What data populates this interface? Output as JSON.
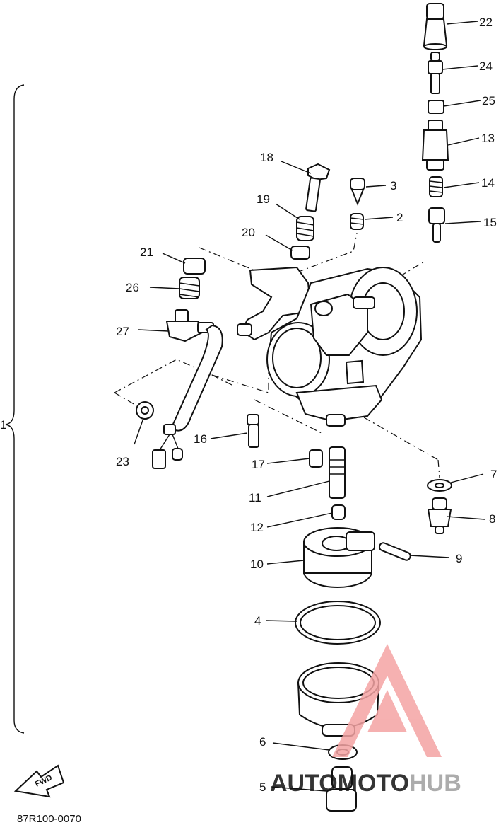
{
  "diagram": {
    "labels": [
      {
        "id": "22",
        "text": "22"
      },
      {
        "id": "24",
        "text": "24"
      },
      {
        "id": "25",
        "text": "25"
      },
      {
        "id": "13",
        "text": "13"
      },
      {
        "id": "18",
        "text": "18"
      },
      {
        "id": "3",
        "text": "3"
      },
      {
        "id": "14",
        "text": "14"
      },
      {
        "id": "19",
        "text": "19"
      },
      {
        "id": "2",
        "text": "2"
      },
      {
        "id": "15",
        "text": "15"
      },
      {
        "id": "20",
        "text": "20"
      },
      {
        "id": "21",
        "text": "21"
      },
      {
        "id": "26",
        "text": "26"
      },
      {
        "id": "27",
        "text": "27"
      },
      {
        "id": "16",
        "text": "16"
      },
      {
        "id": "23",
        "text": "23"
      },
      {
        "id": "17",
        "text": "17"
      },
      {
        "id": "7",
        "text": "7"
      },
      {
        "id": "11",
        "text": "11"
      },
      {
        "id": "8",
        "text": "8"
      },
      {
        "id": "12",
        "text": "12"
      },
      {
        "id": "9",
        "text": "9"
      },
      {
        "id": "10",
        "text": "10"
      },
      {
        "id": "4",
        "text": "4"
      },
      {
        "id": "6",
        "text": "6"
      },
      {
        "id": "5",
        "text": "5"
      },
      {
        "id": "1",
        "text": "1"
      }
    ],
    "fwd_label": "FWD",
    "drawing_code": "87R100-0070"
  },
  "watermark": {
    "part1": "AUTO",
    "part2": "MOTO",
    "part3": "HUB",
    "color_light": "#f4a3a3",
    "color_dark": "#9e9e9e"
  }
}
